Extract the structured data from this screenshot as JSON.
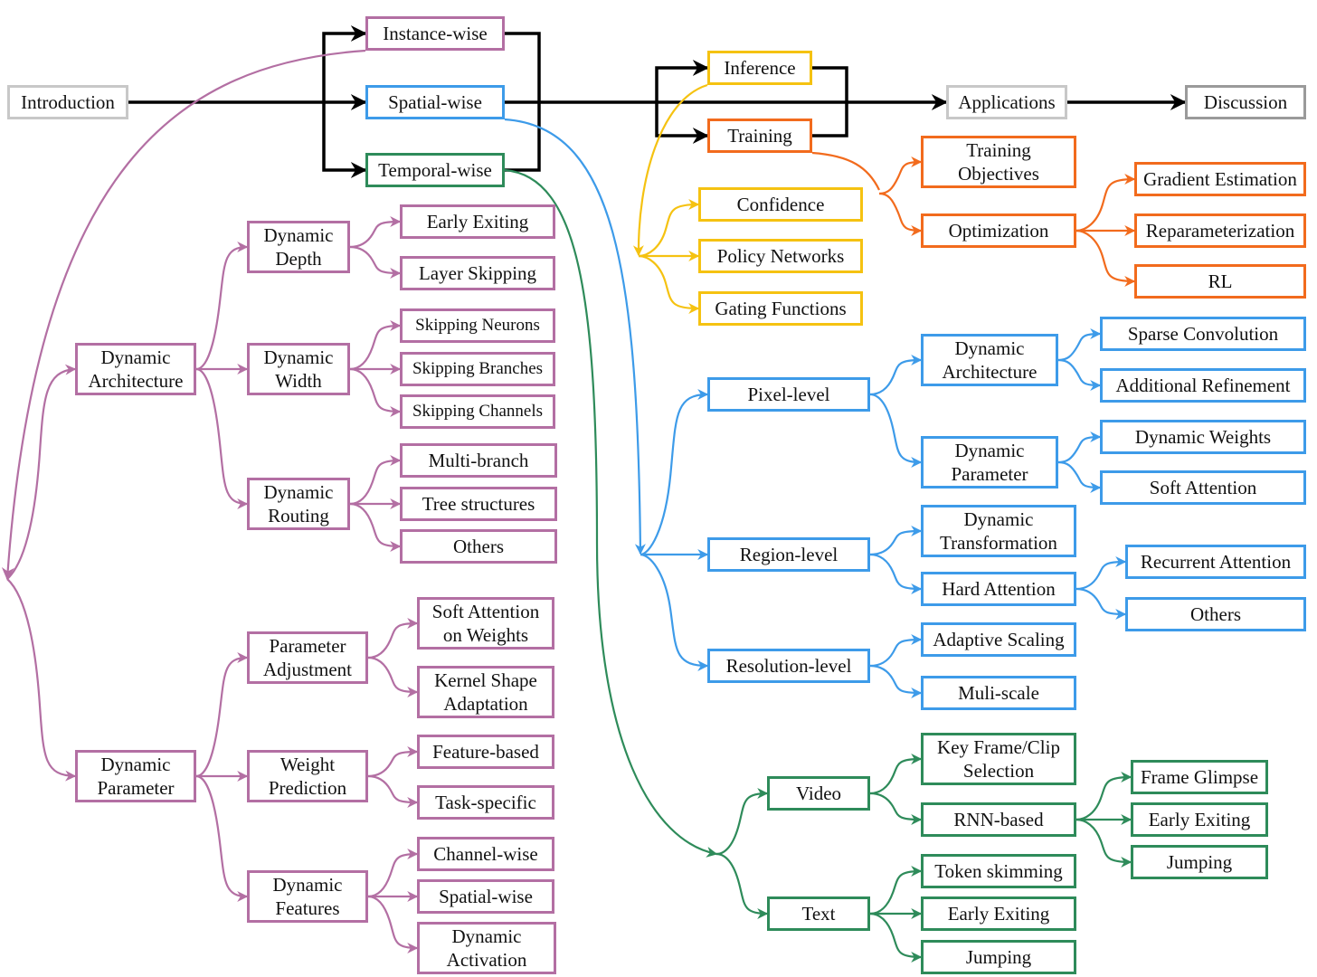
{
  "colors": {
    "black": "#000000",
    "gray_light": "#c8c8c8",
    "gray_dark": "#9a9a9a",
    "purple": "#b36fa3",
    "blue": "#3d9be9",
    "green": "#2e8b5a",
    "yellow": "#f5c211",
    "orange": "#f26b1d"
  },
  "nodes": {
    "introduction": "Introduction",
    "instance_wise": "Instance-wise",
    "spatial_wise": "Spatial-wise",
    "temporal_wise": "Temporal-wise",
    "inference": "Inference",
    "training": "Training",
    "applications": "Applications",
    "discussion": "Discussion",
    "confidence": "Confidence",
    "policy_networks": "Policy Networks",
    "gating_functions": "Gating Functions",
    "training_objectives": "Training\nObjectives",
    "optimization": "Optimization",
    "gradient_estimation": "Gradient Estimation",
    "reparameterization": "Reparameterization",
    "rl": "RL",
    "dynamic_architecture": "Dynamic\nArchitecture",
    "dynamic_depth": "Dynamic\nDepth",
    "dynamic_width": "Dynamic\nWidth",
    "dynamic_routing": "Dynamic\nRouting",
    "early_exiting_1": "Early Exiting",
    "layer_skipping": "Layer Skipping",
    "skipping_neurons": "Skipping Neurons",
    "skipping_branches": "Skipping Branches",
    "skipping_channels": "Skipping Channels",
    "multi_branch": "Multi-branch",
    "tree_structures": "Tree structures",
    "others_1": "Others",
    "dynamic_parameter": "Dynamic\nParameter",
    "parameter_adjustment": "Parameter\nAdjustment",
    "weight_prediction": "Weight\nPrediction",
    "dynamic_features": "Dynamic\nFeatures",
    "soft_attention_weights": "Soft Attention\non Weights",
    "kernel_shape_adaptation": "Kernel Shape\nAdaptation",
    "feature_based": "Feature-based",
    "task_specific": "Task-specific",
    "channel_wise": "Channel-wise",
    "spatial_wise_2": "Spatial-wise",
    "dynamic_activation": "Dynamic\nActivation",
    "pixel_level": "Pixel-level",
    "region_level": "Region-level",
    "resolution_level": "Resolution-level",
    "pixel_dynamic_architecture": "Dynamic\nArchitecture",
    "pixel_dynamic_parameter": "Dynamic\nParameter",
    "sparse_convolution": "Sparse Convolution",
    "additional_refinement": "Additional Refinement",
    "dynamic_weights": "Dynamic Weights",
    "soft_attention": "Soft Attention",
    "dynamic_transformation": "Dynamic\nTransformation",
    "hard_attention": "Hard Attention",
    "recurrent_attention": "Recurrent Attention",
    "others_2": "Others",
    "adaptive_scaling": "Adaptive Scaling",
    "muli_scale": "Muli-scale",
    "video": "Video",
    "text": "Text",
    "key_frame_clip_selection": "Key Frame/Clip\nSelection",
    "rnn_based": "RNN-based",
    "frame_glimpse": "Frame Glimpse",
    "early_exiting_2": "Early Exiting",
    "jumping_1": "Jumping",
    "token_skimming": "Token skimming",
    "early_exiting_3": "Early Exiting",
    "jumping_2": "Jumping"
  }
}
